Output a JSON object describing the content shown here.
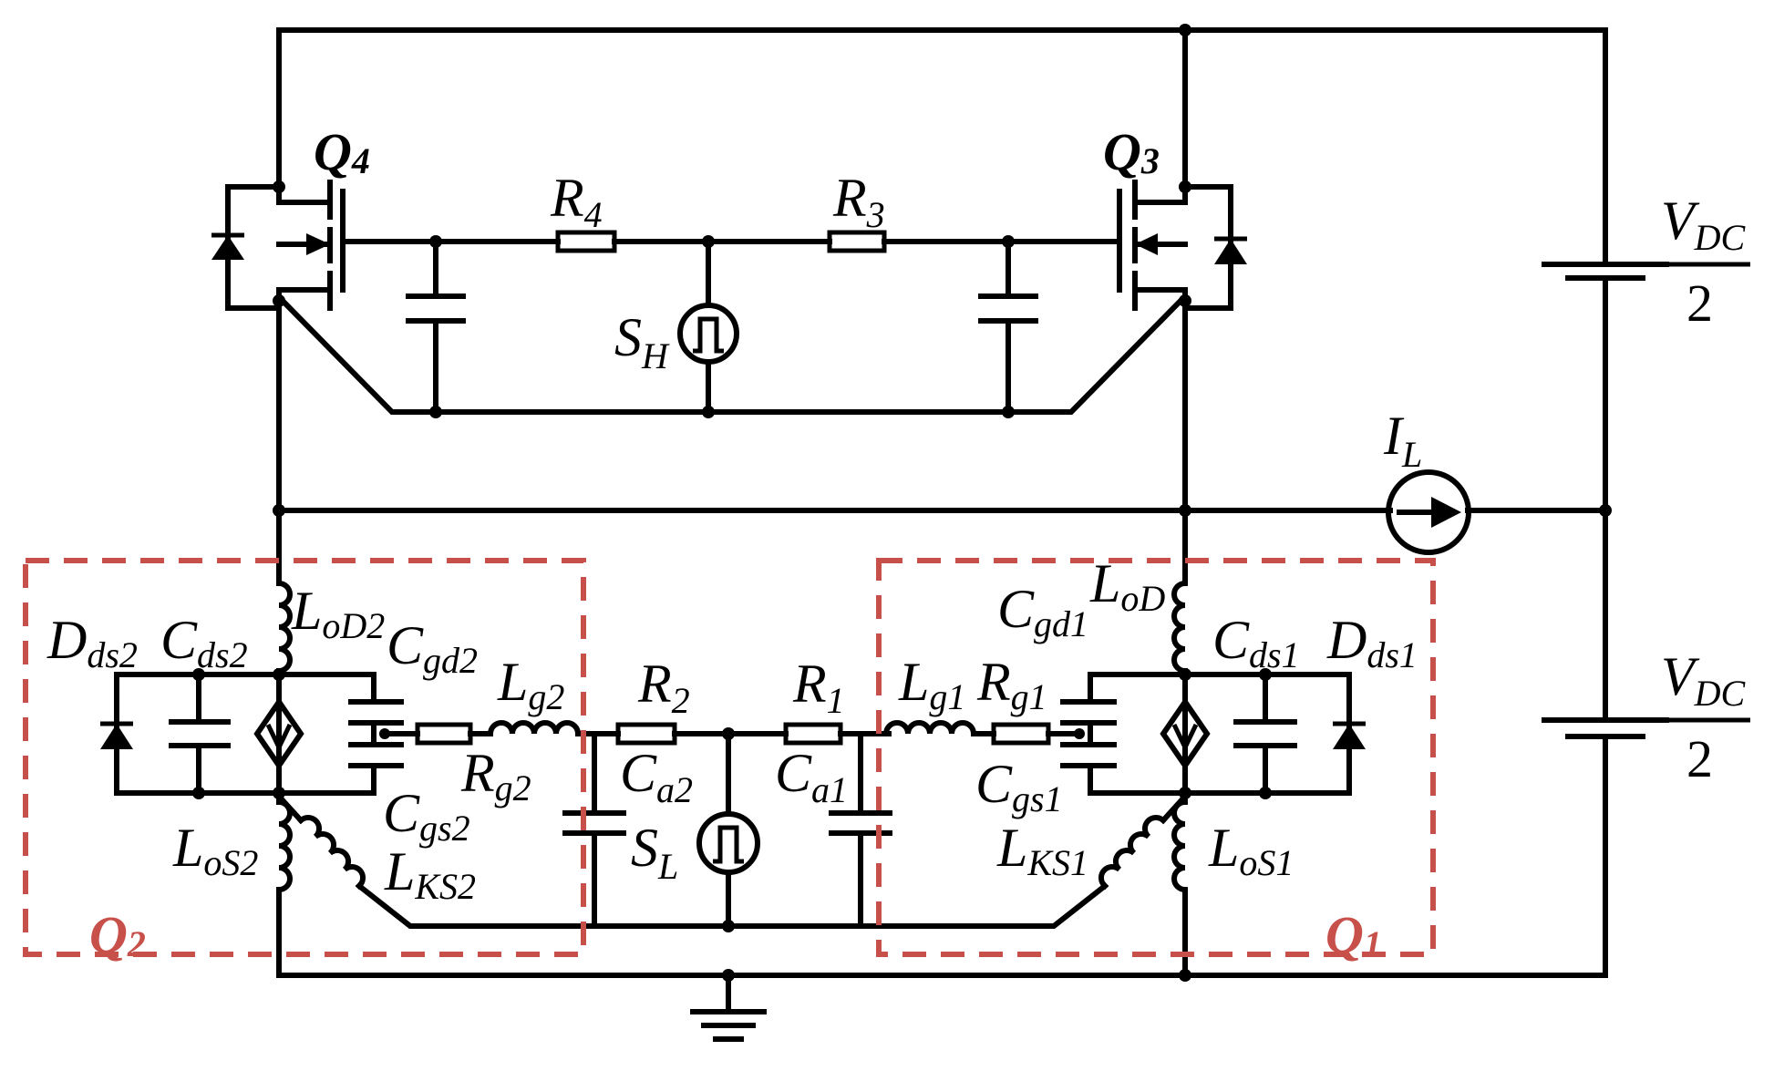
{
  "labels": {
    "Q4": {
      "main": "Q",
      "sub": "4"
    },
    "Q3": {
      "main": "Q",
      "sub": "3"
    },
    "Q2": {
      "main": "Q",
      "sub": "2"
    },
    "Q1": {
      "main": "Q",
      "sub": "1"
    },
    "R4": {
      "main": "R",
      "sub": "4"
    },
    "R3": {
      "main": "R",
      "sub": "3"
    },
    "R2": {
      "main": "R",
      "sub": "2"
    },
    "R1": {
      "main": "R",
      "sub": "1"
    },
    "SH": {
      "main": "S",
      "sub": "H"
    },
    "SL": {
      "main": "S",
      "sub": "L"
    },
    "IL": {
      "main": "I",
      "sub": "L"
    },
    "VDC_top": {
      "main": "V",
      "sub": "DC",
      "den": "2"
    },
    "VDC_bot": {
      "main": "V",
      "sub": "DC",
      "den": "2"
    },
    "Dds2": {
      "main": "D",
      "sub": "ds2"
    },
    "Cds2": {
      "main": "C",
      "sub": "ds2"
    },
    "LoD2": {
      "main": "L",
      "sub": "oD2"
    },
    "Cgd2": {
      "main": "C",
      "sub": "gd2"
    },
    "Lg2": {
      "main": "L",
      "sub": "g2"
    },
    "Rg2": {
      "main": "R",
      "sub": "g2"
    },
    "Cgs2": {
      "main": "C",
      "sub": "gs2"
    },
    "LoS2": {
      "main": "L",
      "sub": "oS2"
    },
    "LKS2": {
      "main": "L",
      "sub": "KS2"
    },
    "Ca2": {
      "main": "C",
      "sub": "a2"
    },
    "Ca1": {
      "main": "C",
      "sub": "a1"
    },
    "Lg1": {
      "main": "L",
      "sub": "g1"
    },
    "Rg1": {
      "main": "R",
      "sub": "g1"
    },
    "Cgd1": {
      "main": "C",
      "sub": "gd1"
    },
    "LoD1": {
      "main": "L",
      "sub": "oD"
    },
    "Cgs1": {
      "main": "C",
      "sub": "gs1"
    },
    "LKS1": {
      "main": "L",
      "sub": "KS1"
    },
    "LoS1": {
      "main": "L",
      "sub": "oS1"
    },
    "Cds1": {
      "main": "C",
      "sub": "ds1"
    },
    "Dds1": {
      "main": "D",
      "sub": "ds1"
    }
  },
  "colors": {
    "wire": "#000000",
    "module_box": "#c8504a"
  }
}
